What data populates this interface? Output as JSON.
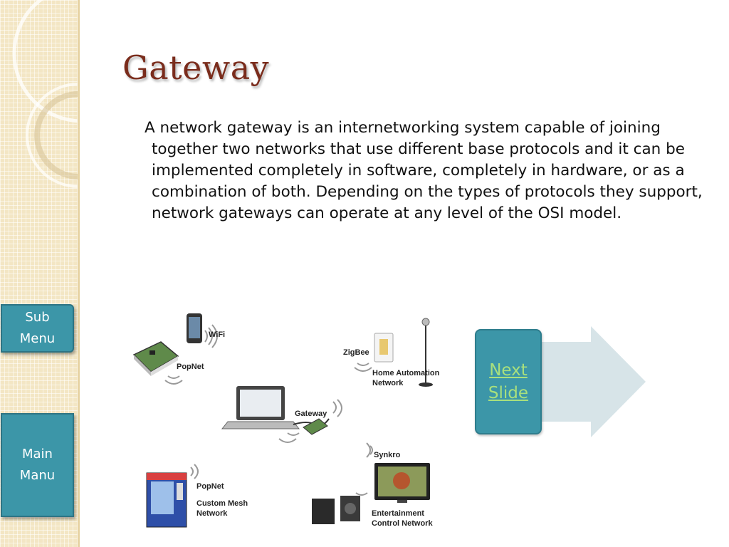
{
  "slide": {
    "title": "Gateway",
    "body": "A network gateway is an internetworking system capable of joining together two networks that use different base protocols and it can be implemented completely in software, completely in hardware, or as a combination of both. Depending on the types of protocols they support, network gateways can operate at any level of the OSI model."
  },
  "nav": {
    "sub_menu": [
      "Sub",
      "Menu"
    ],
    "main_menu": [
      "Main",
      "Manu"
    ]
  },
  "next_slide": [
    "Next",
    "Slide"
  ],
  "diagram": {
    "wifi": "WiFi",
    "popnet_top": "PopNet",
    "zigbee": "ZigBee",
    "home_automation": [
      "Home Automation",
      "Network"
    ],
    "gateway": "Gateway",
    "synkro": "Synkro",
    "popnet_bottom": "PopNet",
    "custom_mesh": [
      "Custom Mesh",
      "Network"
    ],
    "entertainment": [
      "Entertainment",
      "Control Network"
    ]
  },
  "colors": {
    "title": "#7a2c1c",
    "nav_button": "#3c96a8",
    "link": "#a9e07d",
    "arrow": "#d7e4e8",
    "strip": "#f3e6c4"
  }
}
